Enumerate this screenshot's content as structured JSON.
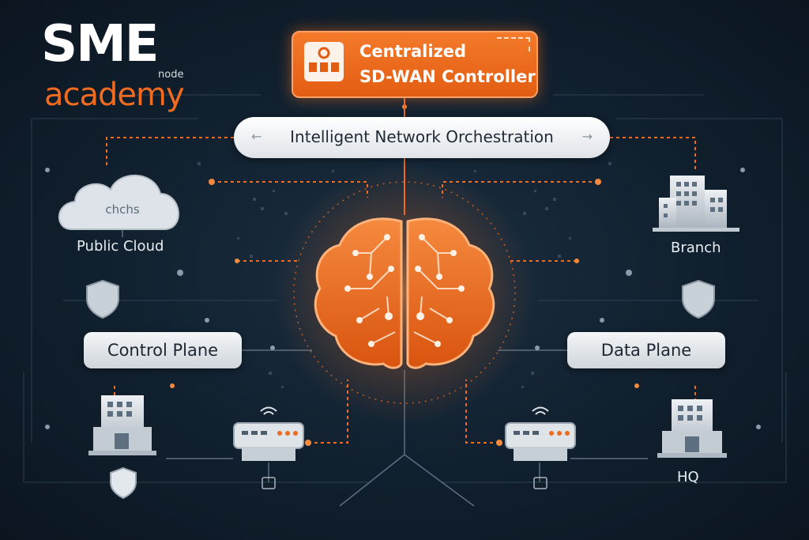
{
  "logo": {
    "sme": "SME",
    "node": "node",
    "academy": "academy"
  },
  "controller": {
    "line1": "Centralized",
    "line2": "SD-WAN Controller",
    "icon": "controller-panel-icon"
  },
  "orchestration": {
    "label": "Intelligent Network Orchestration"
  },
  "nodes": {
    "public_cloud": "Public Cloud",
    "cloud_icon_text": "chchs",
    "branch": "Branch",
    "hq": "HQ"
  },
  "planes": {
    "control": "Control Plane",
    "data": "Data Plane"
  },
  "colors": {
    "accent": "#f06a1f",
    "background": "#122231",
    "pill": "#e6eaee",
    "line": "#5c6f80"
  },
  "icons": [
    "brain-icon",
    "cloud-icon",
    "branch-building-icon",
    "hq-building-icon",
    "router-icon",
    "shield-icon"
  ]
}
